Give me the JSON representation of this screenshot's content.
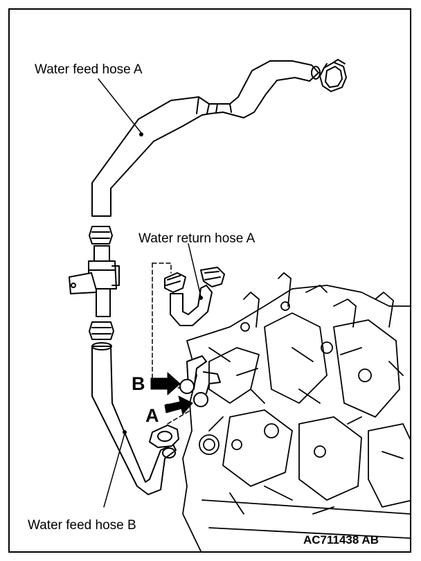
{
  "labels": {
    "water_feed_hose_a": "Water feed hose A",
    "water_return_hose_a": "Water return hose A",
    "water_feed_hose_b": "Water feed hose B",
    "arrow_b": "B",
    "arrow_a": "A",
    "figure_code": "AC711438 AB"
  }
}
